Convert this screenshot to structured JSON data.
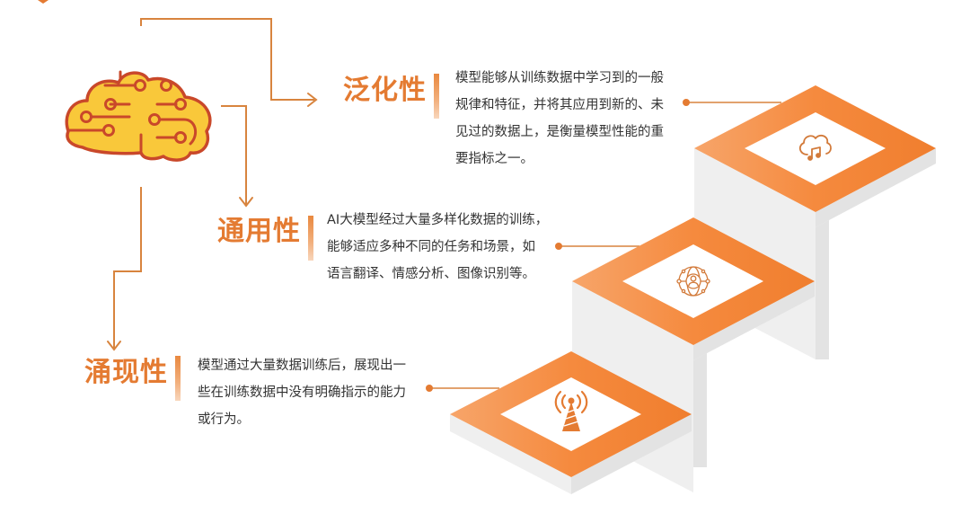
{
  "colors": {
    "accent": "#E47B32",
    "orange_light": "#F7A56A",
    "orange_dark": "#F07E2E",
    "line": "#D8843E",
    "step_side_light": "#EFEFEF",
    "step_side_dark": "#E2E2E2",
    "brain_fill": "#F9C83A",
    "brain_stroke": "#C9482A",
    "text": "#333333"
  },
  "brain": {
    "icon": "brain-circuit-icon"
  },
  "items": [
    {
      "key": "generalization",
      "title": "泛化性",
      "lines": [
        "模型能够从训练数据中学习到的一般",
        "规律和特征，并将其应用到新的、未",
        "见过的数据上，是衡量模型性能的重",
        "要指标之一。"
      ],
      "icon": "cloud-music-icon",
      "step": "top"
    },
    {
      "key": "universality",
      "title": "通用性",
      "lines": [
        "AI大模型经过大量多样化数据的训练，",
        "能够适应多种不同的任务和场景，如",
        "语言翻译、情感分析、图像识别等。"
      ],
      "icon": "global-user-network-icon",
      "step": "middle"
    },
    {
      "key": "emergence",
      "title": "涌现性",
      "lines": [
        "模型通过大量数据训练后，展现出一",
        "些在训练数据中没有明确指示的能力",
        "或行为。"
      ],
      "icon": "signal-tower-icon",
      "step": "bottom"
    }
  ]
}
